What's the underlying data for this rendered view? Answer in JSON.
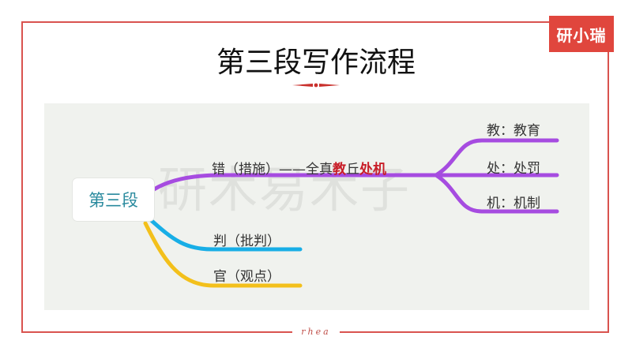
{
  "logo": {
    "text": "研小瑞"
  },
  "title": "第三段写作流程",
  "watermark": "研木易木子",
  "root": {
    "label": "第三段"
  },
  "branches": {
    "main": {
      "pre": "错（措施）——全真",
      "hl1": "教",
      "mid": "丘",
      "hl2": "处机"
    },
    "sub": [
      "教：教育",
      "处：处罚",
      "机：机制"
    ],
    "b2": "判（批判）",
    "b3": "官（观点）"
  },
  "footer": "rhea",
  "colors": {
    "frame": "#d9534f",
    "purple": "#a64ce0",
    "blue": "#18aee6",
    "yellow": "#f3c01b",
    "root_text": "#2a8a9e",
    "highlight": "#c81e28"
  }
}
